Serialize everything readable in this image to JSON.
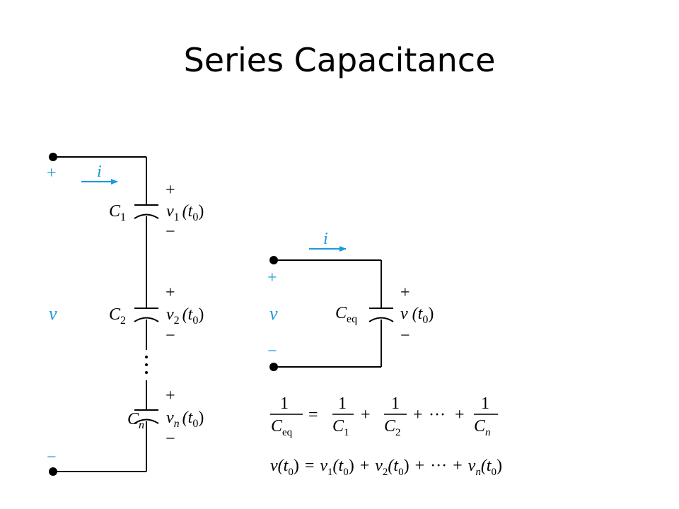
{
  "title": "Series Capacitance",
  "colors": {
    "wire": "#000000",
    "accent": "#1a9ad9"
  },
  "left_circuit": {
    "top_terminal_sign": "+",
    "bottom_terminal_sign": "−",
    "current": "i",
    "voltage": "v",
    "capacitors": [
      {
        "name": "C",
        "sub": "1",
        "plus": "+",
        "minus": "−",
        "v": "v",
        "vsub": "1",
        "arg": "(t",
        "argsub": "0",
        "argclose": ")"
      },
      {
        "name": "C",
        "sub": "2",
        "plus": "+",
        "minus": "−",
        "v": "v",
        "vsub": "2",
        "arg": "(t",
        "argsub": "0",
        "argclose": ")"
      },
      {
        "name": "C",
        "sub": "n",
        "plus": "+",
        "minus": "−",
        "v": "v",
        "vsub": "n",
        "arg": "(t",
        "argsub": "0",
        "argclose": ")"
      }
    ]
  },
  "right_circuit": {
    "top_terminal_sign": "+",
    "bottom_terminal_sign": "−",
    "current": "i",
    "voltage": "v",
    "capacitor": {
      "name": "C",
      "sub": "eq",
      "plus": "+",
      "minus": "−",
      "v": "v",
      "arg": "(t",
      "argsub": "0",
      "argclose": ")"
    }
  },
  "equations": {
    "eq1": {
      "one": "1",
      "lhs_den": "C",
      "lhs_den_sub": "eq",
      "equals": "=",
      "terms": [
        {
          "den": "C",
          "sub": "1"
        },
        {
          "den": "C",
          "sub": "2"
        },
        {
          "den": "C",
          "sub": "n"
        }
      ],
      "plus": "+",
      "dots": "···"
    },
    "eq2": {
      "lhs_v": "v",
      "lhs_arg": "(t",
      "lhs_argsub": "0",
      "lhs_close": ")",
      "equals": "=",
      "terms": [
        {
          "v": "v",
          "sub": "1",
          "arg": "(t",
          "argsub": "0",
          "close": ")"
        },
        {
          "v": "v",
          "sub": "2",
          "arg": "(t",
          "argsub": "0",
          "close": ")"
        },
        {
          "v": "v",
          "sub": "n",
          "arg": "(t",
          "argsub": "0",
          "close": ")"
        }
      ],
      "plus": "+",
      "dots": "···"
    }
  }
}
